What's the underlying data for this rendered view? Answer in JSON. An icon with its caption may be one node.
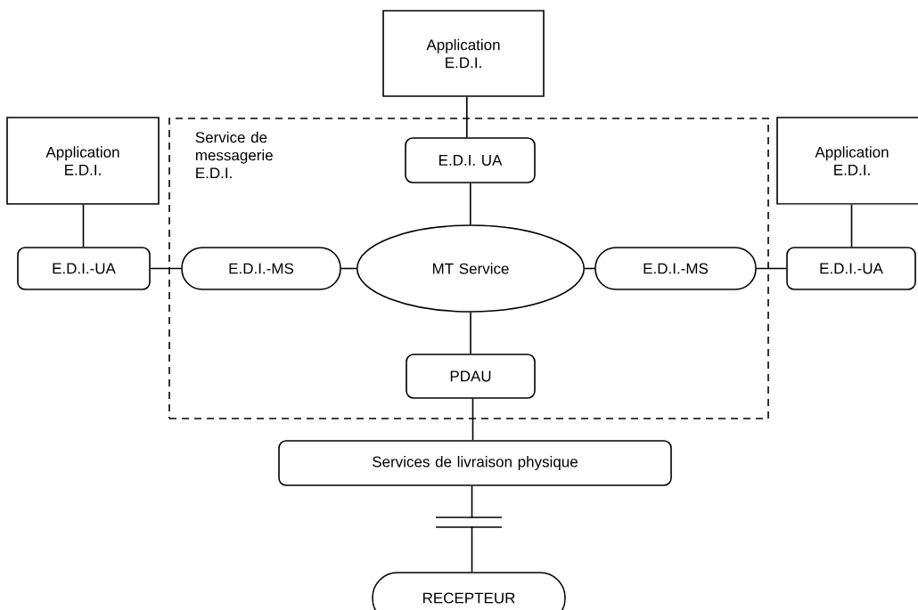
{
  "diagram": {
    "nodes": [
      {
        "text": [
          "Service de messagerie E.D.I."
        ]
      },
      {
        "text": [
          "Application E.D.I."
        ]
      },
      {
        "text": [
          "Application E.D.I."
        ]
      },
      {
        "text": [
          "Application E.D.I."
        ]
      },
      {
        "text": [
          "E.D.I. UA"
        ],
        "in": 0
      },
      {
        "text": [
          "E.D.I.-UA"
        ]
      },
      {
        "text": [
          "E.D.I.-MS"
        ],
        "in": 0
      },
      {
        "text": [
          "MT Service"
        ],
        "in": 0
      },
      {
        "text": [
          "E.D.I.-MS"
        ],
        "in": 0
      },
      {
        "text": [
          "E.D.I.-UA"
        ]
      },
      {
        "text": [
          "PDAU"
        ],
        "in": 0
      },
      {
        "text": [
          "Services de livraison physique"
        ]
      },
      {
        "text": [
          "RECEPTEUR"
        ]
      }
    ],
    "edges": [
      {
        "from": 1,
        "to": 4,
        "arrow": "none"
      },
      {
        "from": 4,
        "to": 7,
        "arrow": "none"
      },
      {
        "from": 2,
        "to": 5,
        "arrow": "none"
      },
      {
        "from": 5,
        "to": 6,
        "arrow": "none"
      },
      {
        "from": 6,
        "to": 7,
        "arrow": "none"
      },
      {
        "from": 7,
        "to": 8,
        "arrow": "none"
      },
      {
        "from": 8,
        "to": 9,
        "arrow": "none"
      },
      {
        "from": 3,
        "to": 9,
        "arrow": "none"
      },
      {
        "from": 7,
        "to": 10,
        "arrow": "none"
      },
      {
        "from": 10,
        "to": 11,
        "arrow": "none"
      },
      {
        "from": 11,
        "to": 12,
        "arrow": "none"
      }
    ]
  }
}
